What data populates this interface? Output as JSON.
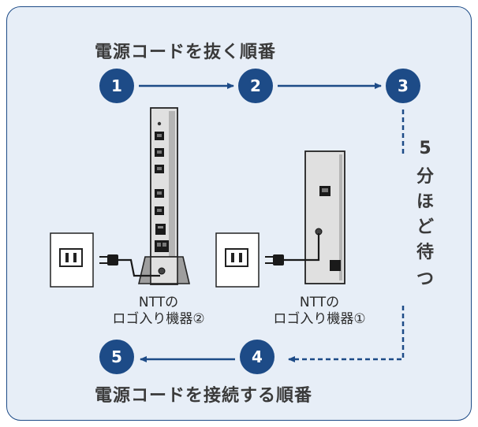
{
  "headings": {
    "unplug_order": "電源コードを抜く順番",
    "connect_order": "電源コードを接続する順番"
  },
  "steps": [
    "1",
    "2",
    "3",
    "4",
    "5"
  ],
  "wait_text": [
    "5",
    "分",
    "ほ",
    "ど",
    "待",
    "つ"
  ],
  "devices": {
    "router": {
      "caption_line1": "NTTの",
      "caption_line2": "ロゴ入り機器②"
    },
    "onu": {
      "caption_line1": "NTTの",
      "caption_line2": "ロゴ入り機器①"
    }
  },
  "colors": {
    "accent": "#1d4b87",
    "panel_background": "#e7eef7",
    "device_gray": "#e0e0e0",
    "text": "#3a3a3a"
  }
}
